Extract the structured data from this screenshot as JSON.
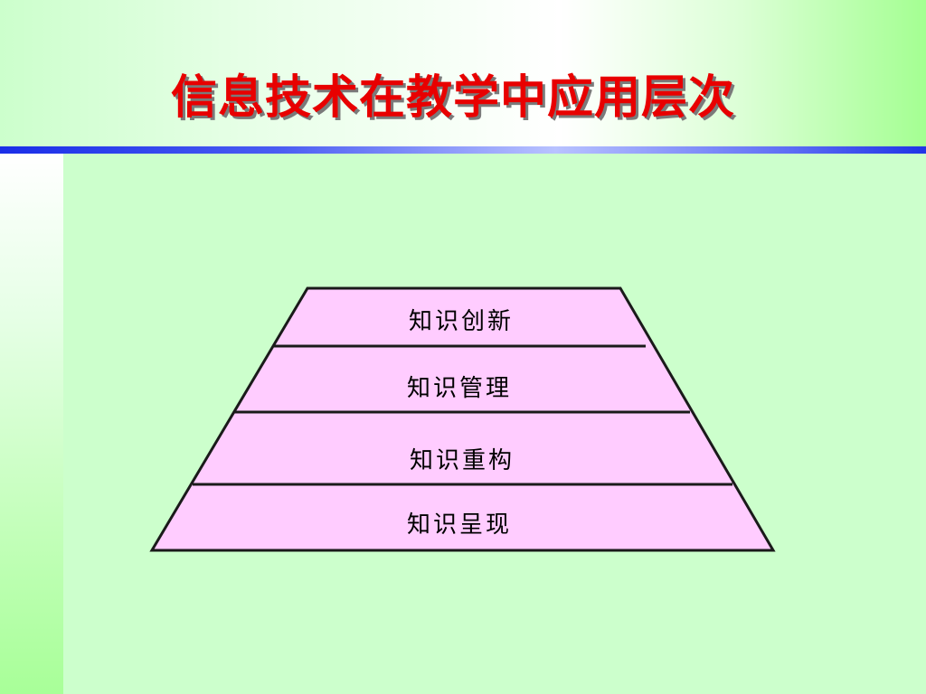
{
  "slide": {
    "title": "信息技术在教学中应用层次"
  },
  "pyramid": {
    "tiers": [
      {
        "label": "知识创新"
      },
      {
        "label": "知识管理"
      },
      {
        "label": "知识重构"
      },
      {
        "label": "知识呈现"
      }
    ]
  },
  "colors": {
    "background": "#ccffcc",
    "title": "#e80000",
    "rule": "#1a2ee8",
    "tier_fill": "#ffccff",
    "outline": "#1a1a1a"
  }
}
